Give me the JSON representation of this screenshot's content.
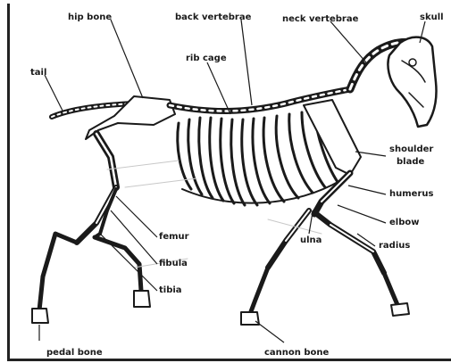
{
  "labels": {
    "hip_bone": "hip bone",
    "back_vertebrae": "back vertebrae",
    "neck_vertebrae": "neck vertebrae",
    "skull": "skull",
    "tail": "tail",
    "rib_cage": "rib cage",
    "shoulder_blade_line1": "shoulder",
    "shoulder_blade_line2": "blade",
    "humerus": "humerus",
    "elbow": "elbow",
    "ulna": "ulna",
    "radius": "radius",
    "femur": "femur",
    "fibula": "fibula",
    "tibia": "tibia",
    "pedal_bone": "pedal bone",
    "cannon_bone": "cannon bone"
  }
}
